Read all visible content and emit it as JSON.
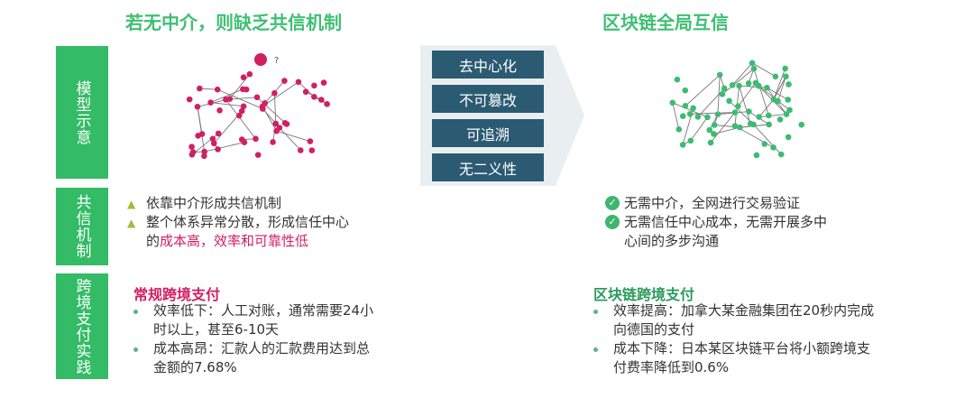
{
  "titles": {
    "left": "若无中介，则缺乏共信机制",
    "right": "区块链全局互信"
  },
  "side_labels": {
    "model": "模型示意",
    "trust": "共信机制",
    "practice": "跨境支付实践"
  },
  "features": [
    "去中心化",
    "不可篡改",
    "可追溯",
    "无二义性"
  ],
  "diagram": {
    "question_mark": "?"
  },
  "left_trust": {
    "items": [
      {
        "text": "依靠中介形成共信机制"
      },
      {
        "line1": "整个体系异常分散，形成信任中心",
        "line2_plain": "的",
        "line2_highlight": "成本高，效率和可靠性低"
      }
    ]
  },
  "right_trust": {
    "items": [
      "无需中介，全网进行交易验证",
      "无需信任中心成本，无需开展多中",
      "心间的多步沟通"
    ]
  },
  "left_practice": {
    "heading": "常规跨境支付",
    "lines": [
      "效率低下：人工对账，通常需要24小",
      "时以上，甚至6-10天",
      "成本高昂：汇款人的汇款费用达到总",
      "金额的7.68%"
    ]
  },
  "right_practice": {
    "heading": "区块链跨境支付",
    "lines": [
      "效率提高：加拿大某金融集团在20秒内完成",
      "向德国的支付",
      "成本下降：日本某区块链平台将小额跨境支",
      "付费率降低到0.6%"
    ]
  },
  "colors": {
    "green": "#33bb66",
    "navy": "#2b5a73",
    "pink": "#d11f63",
    "node_green": "#3dbb72"
  }
}
